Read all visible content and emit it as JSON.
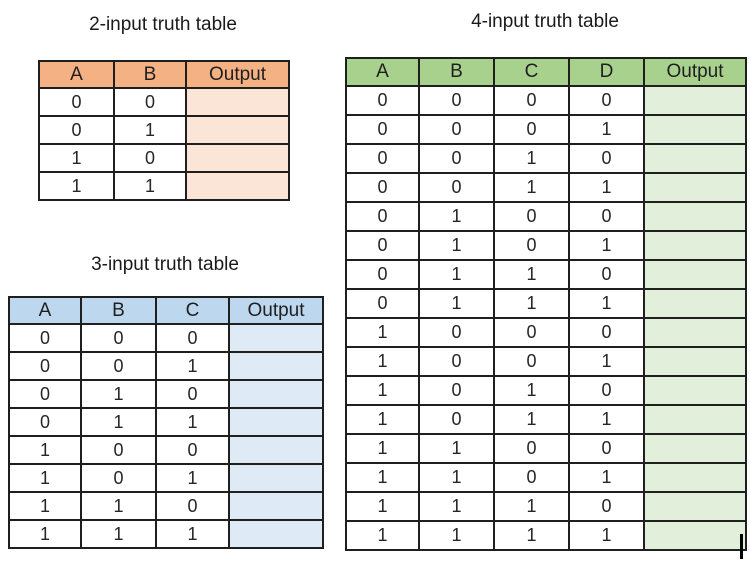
{
  "tables": [
    {
      "title": "2-input truth table",
      "headers": [
        "A",
        "B",
        "Output"
      ],
      "rows": [
        [
          "0",
          "0",
          ""
        ],
        [
          "0",
          "1",
          ""
        ],
        [
          "1",
          "0",
          ""
        ],
        [
          "1",
          "1",
          ""
        ]
      ],
      "colors": {
        "header_bg": "#F4B183",
        "output_col_bg": "#FBE5D6"
      }
    },
    {
      "title": "3-input truth table",
      "headers": [
        "A",
        "B",
        "C",
        "Output"
      ],
      "rows": [
        [
          "0",
          "0",
          "0",
          ""
        ],
        [
          "0",
          "0",
          "1",
          ""
        ],
        [
          "0",
          "1",
          "0",
          ""
        ],
        [
          "0",
          "1",
          "1",
          ""
        ],
        [
          "1",
          "0",
          "0",
          ""
        ],
        [
          "1",
          "0",
          "1",
          ""
        ],
        [
          "1",
          "1",
          "0",
          ""
        ],
        [
          "1",
          "1",
          "1",
          ""
        ]
      ],
      "colors": {
        "header_bg": "#BDD7EE",
        "output_col_bg": "#DEEBF7"
      }
    },
    {
      "title": "4-input truth table",
      "headers": [
        "A",
        "B",
        "C",
        "D",
        "Output"
      ],
      "rows": [
        [
          "0",
          "0",
          "0",
          "0",
          ""
        ],
        [
          "0",
          "0",
          "0",
          "1",
          ""
        ],
        [
          "0",
          "0",
          "1",
          "0",
          ""
        ],
        [
          "0",
          "0",
          "1",
          "1",
          ""
        ],
        [
          "0",
          "1",
          "0",
          "0",
          ""
        ],
        [
          "0",
          "1",
          "0",
          "1",
          ""
        ],
        [
          "0",
          "1",
          "1",
          "0",
          ""
        ],
        [
          "0",
          "1",
          "1",
          "1",
          ""
        ],
        [
          "1",
          "0",
          "0",
          "0",
          ""
        ],
        [
          "1",
          "0",
          "0",
          "1",
          ""
        ],
        [
          "1",
          "0",
          "1",
          "0",
          ""
        ],
        [
          "1",
          "0",
          "1",
          "1",
          ""
        ],
        [
          "1",
          "1",
          "0",
          "0",
          ""
        ],
        [
          "1",
          "1",
          "0",
          "1",
          ""
        ],
        [
          "1",
          "1",
          "1",
          "0",
          ""
        ],
        [
          "1",
          "1",
          "1",
          "1",
          ""
        ]
      ],
      "colors": {
        "header_bg": "#A9D18E",
        "output_col_bg": "#E2EFDA"
      }
    }
  ],
  "border_color": "#1F1F1F",
  "background_color": "#FFFFFF"
}
